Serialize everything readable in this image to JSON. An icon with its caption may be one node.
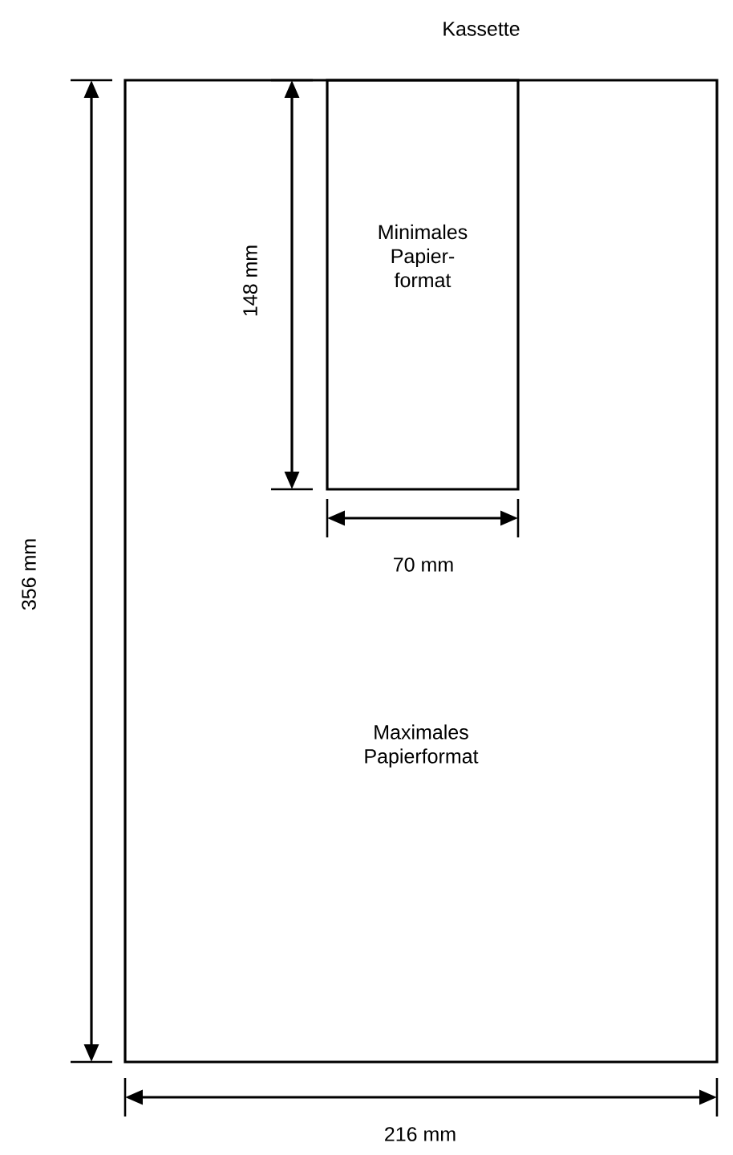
{
  "diagram": {
    "title": "Kassette",
    "nodes": [
      {
        "text": [
          "Maximales Papierformat"
        ]
      },
      {
        "text": [
          "Minimales Papier- format"
        ],
        "in": 0
      }
    ],
    "edges": [],
    "labels": [
      "148 mm",
      "70 mm",
      "356 mm",
      "216 mm"
    ]
  }
}
